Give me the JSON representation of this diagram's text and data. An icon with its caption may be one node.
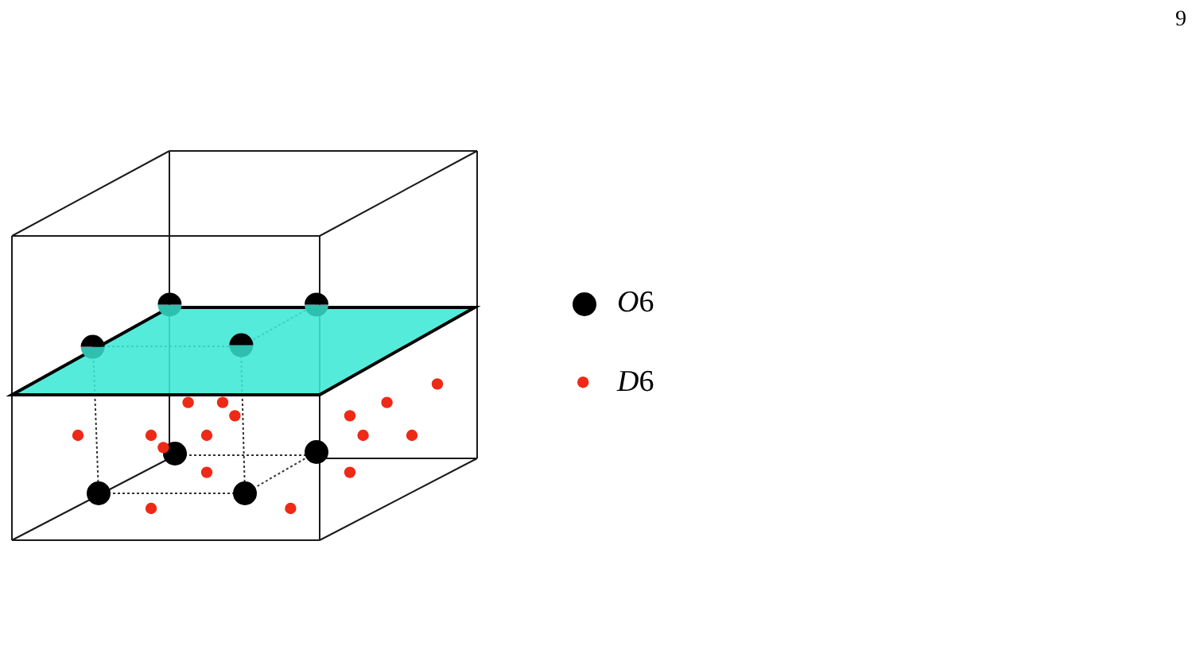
{
  "diagram": {
    "labels": [
      "9"
    ],
    "legend": [
      {
        "text": "O6"
      },
      {
        "text": "D6"
      }
    ]
  }
}
